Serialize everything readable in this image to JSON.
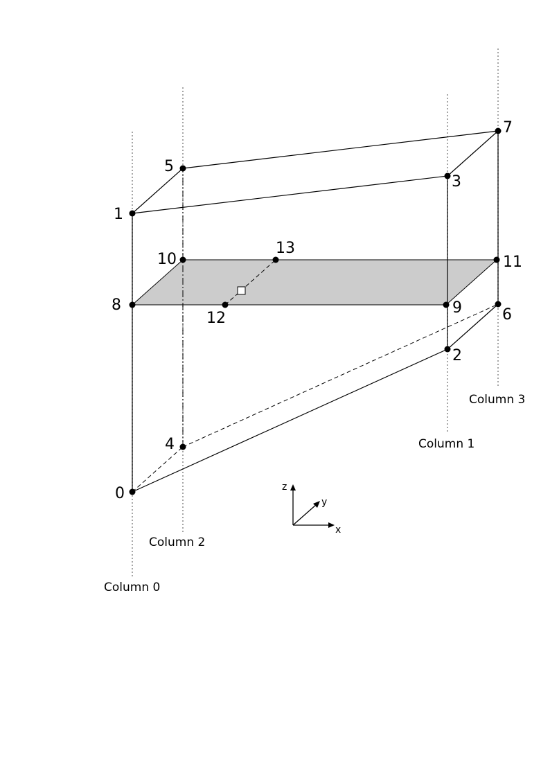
{
  "diagram": {
    "nodes": [
      {
        "id": "0",
        "label": "0"
      },
      {
        "id": "1",
        "label": "1"
      },
      {
        "id": "2",
        "label": "2"
      },
      {
        "id": "3",
        "label": "3"
      },
      {
        "id": "4",
        "label": "4"
      },
      {
        "id": "5",
        "label": "5"
      },
      {
        "id": "6",
        "label": "6"
      },
      {
        "id": "7",
        "label": "7"
      },
      {
        "id": "8",
        "label": "8"
      },
      {
        "id": "9",
        "label": "9"
      },
      {
        "id": "10",
        "label": "10"
      },
      {
        "id": "11",
        "label": "11"
      },
      {
        "id": "12",
        "label": "12"
      },
      {
        "id": "13",
        "label": "13"
      }
    ],
    "columns": [
      {
        "id": "col0",
        "label": "Column 0"
      },
      {
        "id": "col1",
        "label": "Column 1"
      },
      {
        "id": "col2",
        "label": "Column 2"
      },
      {
        "id": "col3",
        "label": "Column 3"
      }
    ],
    "axes": {
      "x": "x",
      "y": "y",
      "z": "z"
    },
    "colors": {
      "plane_fill": "#cccccc",
      "stroke": "#000000",
      "column_line": "#888888"
    }
  }
}
